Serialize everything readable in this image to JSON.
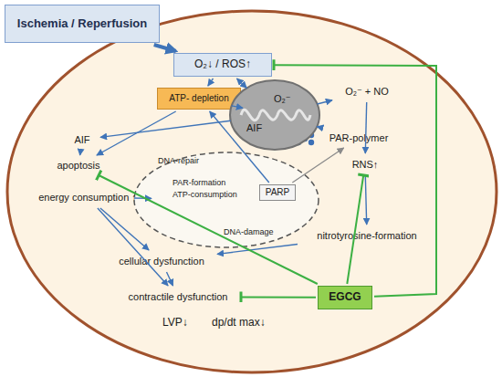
{
  "diagram": {
    "nodes": [
      {
        "text": [
          "Ischemia / Reperfusion"
        ]
      },
      {
        "text": [
          "O₂↓ / ROS↑"
        ]
      },
      {
        "text": [
          "ATP- depletion"
        ]
      },
      {
        "text": [
          "O₂⁻",
          "AIF"
        ]
      },
      {
        "text": [
          "O₂⁻ + NO"
        ]
      },
      {
        "text": [
          "AIF"
        ]
      },
      {
        "text": [
          "PAR-polymer"
        ]
      },
      {
        "text": [
          "apoptosis"
        ]
      },
      {
        "text": [
          "DNA-repair",
          "PAR-formation",
          "ATP-consumption",
          "DNA-damage"
        ]
      },
      {
        "text": [
          "PARP"
        ],
        "in": 8
      },
      {
        "text": [
          "RNS↑"
        ]
      },
      {
        "text": [
          "energy consumption ↑"
        ]
      },
      {
        "text": [
          "nitrotyrosine-formation"
        ]
      },
      {
        "text": [
          "cellular dysfunction"
        ]
      },
      {
        "text": [
          "contractile dysfunction"
        ]
      },
      {
        "text": [
          "EGCG"
        ]
      },
      {
        "text": [
          "LVP↓",
          "dp/dt max↓"
        ]
      }
    ],
    "edges": [
      {
        "from": 0,
        "to": 1,
        "arrow": "to"
      },
      {
        "from": 1,
        "to": 2,
        "arrow": "to"
      },
      {
        "from": 1,
        "to": 3,
        "arrow": "both"
      },
      {
        "from": 3,
        "to": 2,
        "arrow": "to"
      },
      {
        "from": 3,
        "to": 4,
        "arrow": "to"
      },
      {
        "from": 4,
        "to": 10,
        "arrow": "to"
      },
      {
        "from": 10,
        "to": 12,
        "arrow": "to"
      },
      {
        "from": 12,
        "to": 13,
        "arrow": "to"
      },
      {
        "from": 6,
        "to": 3,
        "arrow": "to"
      },
      {
        "from": 9,
        "to": 6,
        "arrow": "to"
      },
      {
        "from": 9,
        "to": 2,
        "arrow": "to"
      },
      {
        "from": 3,
        "to": 5,
        "arrow": "to"
      },
      {
        "from": 5,
        "to": 7,
        "arrow": "to"
      },
      {
        "from": 2,
        "to": 7,
        "arrow": "to"
      },
      {
        "from": 8,
        "to": 11,
        "arrow": "to"
      },
      {
        "from": 11,
        "to": 13,
        "arrow": "to"
      },
      {
        "from": 11,
        "to": 14,
        "arrow": "to"
      },
      {
        "from": 13,
        "to": 14,
        "arrow": "to"
      },
      {
        "from": 15,
        "to": 1,
        "arrow": "to"
      },
      {
        "from": 15,
        "to": 10,
        "arrow": "to"
      },
      {
        "from": 15,
        "to": 14,
        "arrow": "to"
      },
      {
        "from": 15,
        "to": 7,
        "arrow": "to"
      }
    ]
  }
}
